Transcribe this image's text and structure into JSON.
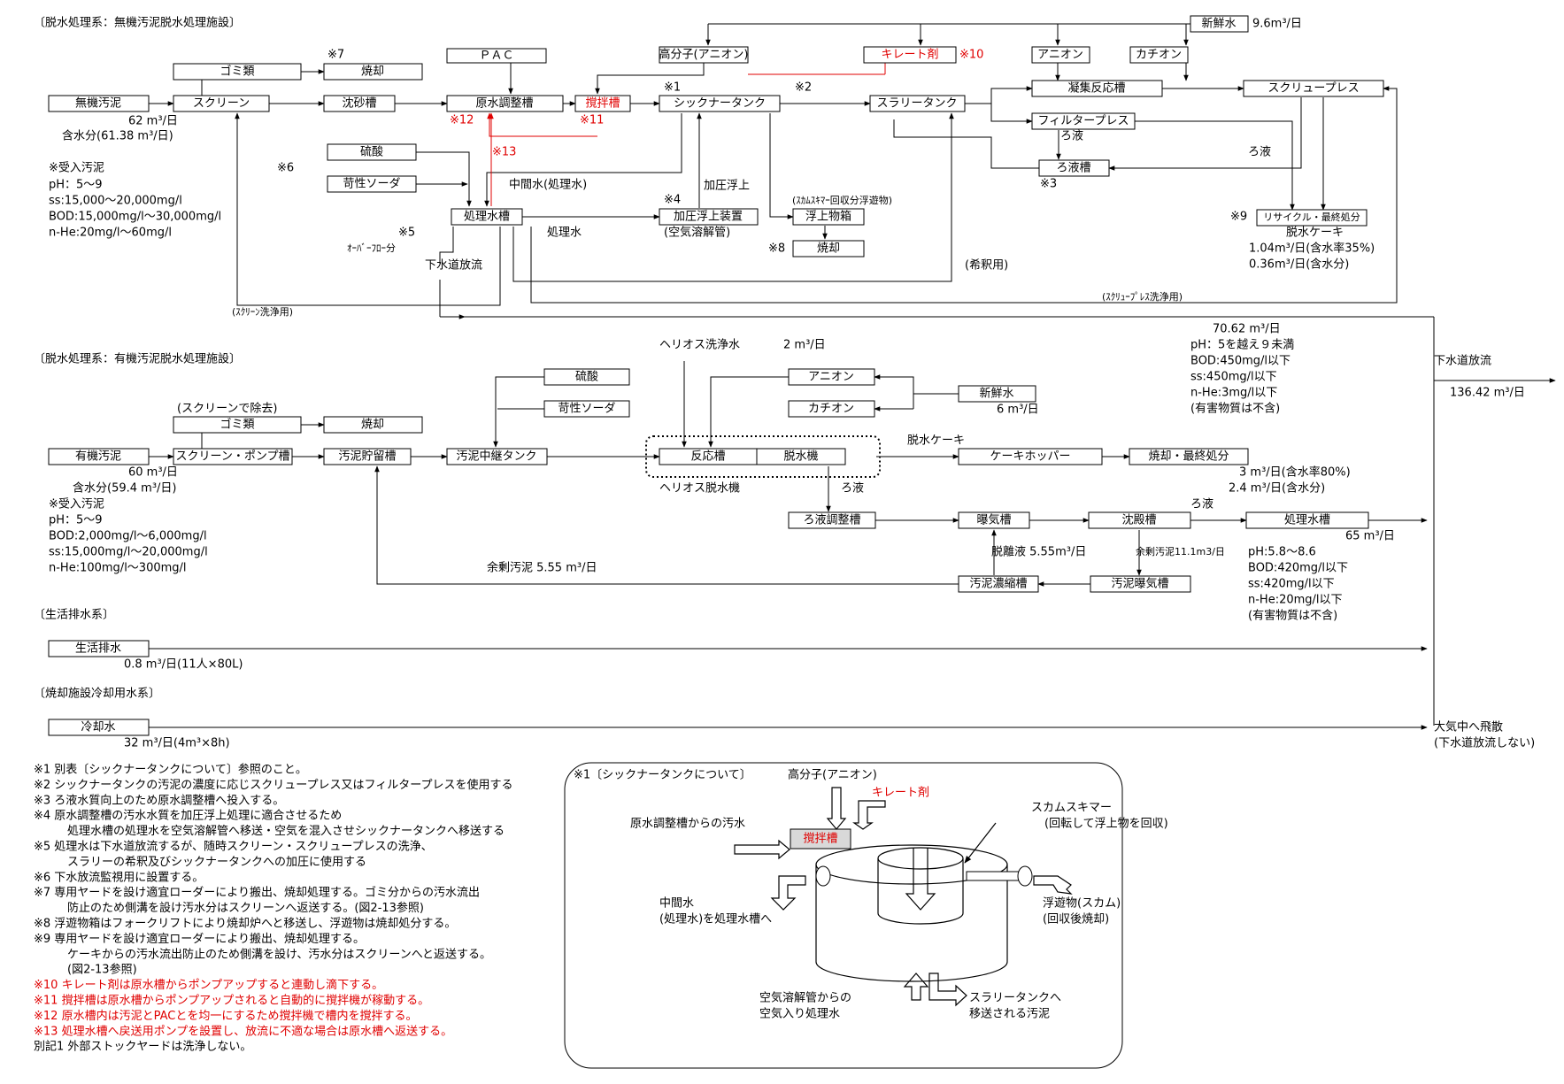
{
  "sections": {
    "inorganic": "〔脱水処理系：無機汚泥脱水処理施設〕",
    "organic": "〔脱水処理系：有機汚泥脱水処理施設〕",
    "domestic": "〔生活排水系〕",
    "cooling": "〔焼却施設冷却用水系〕"
  },
  "boxes": {
    "mukiodei": "無機汚泥",
    "gomi1": "ゴミ類",
    "shokyaku1": "焼却",
    "screen1": "スクリーン",
    "chinsa": "沈砂槽",
    "pac": "ＰＡＣ",
    "genchosei": "原水調整槽",
    "kakuhan": "撹拌槽",
    "koubunshi": "高分子(アニオン)",
    "kirate": "キレート剤",
    "shikkuna": "シックナータンク",
    "slurry": "スラリータンク",
    "shinsen1": "新鮮水",
    "anion1": "アニオン",
    "kachion1": "カチオン",
    "gyoshu": "凝集反応槽",
    "screwpress": "スクリュープレス",
    "filterpress": "フィルタープレス",
    "roeki1": "ろ液槽",
    "ryusan1": "硫酸",
    "kasei1": "苛性ソーダ",
    "shorisui": "処理水槽",
    "kaatsu": "加圧浮上装置",
    "fujobutsu": "浮上物箱",
    "shokyaku2": "焼却",
    "recycle": "リサイクル・最終処分",
    "yukiodei": "有機汚泥",
    "gomi2": "ゴミ類",
    "shokyaku3": "焼却",
    "screenpump": "スクリーン・ポンプ槽",
    "odeichoryu": "汚泥貯留槽",
    "odeichukei": "汚泥中継タンク",
    "ryusan2": "硫酸",
    "kasei2": "苛性ソーダ",
    "anion2": "アニオン",
    "kachion2": "カチオン",
    "shinsen2": "新鮮水",
    "hanno": "反応槽",
    "dassui": "脱水機",
    "cakehopper": "ケーキホッパー",
    "shokyakusaishu": "焼却・最終処分",
    "roekichosei": "ろ液調整槽",
    "bakki": "曝気槽",
    "chinden": "沈殿槽",
    "shorisui2": "処理水槽",
    "nosyuku": "汚泥濃縮槽",
    "odeibakki": "汚泥曝気槽",
    "seikatsu": "生活排水",
    "reikyaku": "冷却水"
  },
  "labels": {
    "shinsen1_flow": "9.6m³/日",
    "m7": "※7",
    "m10": "※10",
    "m1": "※1",
    "m2": "※2",
    "m12": "※12",
    "m11": "※11",
    "m13": "※13",
    "m6": "※6",
    "m4": "※4",
    "m5": "※5",
    "m8": "※8",
    "m3": "※3",
    "m9": "※9",
    "flow62": "62 m³/日",
    "water61": "含水分(61.38 m³/日)",
    "ukeire1": "※受入汚泥",
    "ph1": "pH：5～9",
    "ss1": "ss:15,000～20,000mg/l",
    "bod1": "BOD:15,000mg/l～30,000mg/l",
    "nhe1": "n-He:20mg/l～60mg/l",
    "chukansui": "中間水(処理水)",
    "kaatsujo": "加圧浮上",
    "shorisui_lbl": "処理水",
    "overflow": "ｵｰﾊﾞｰﾌﾛｰ分",
    "gesuido1": "下水道放流",
    "kuuki": "(空気溶解管)",
    "scum": "(ｽｶﾑｽｷﾏｰ回収分浮遊物)",
    "kishaku": "(希釈用)",
    "screen_wash": "(ｽｸﾘｰﾝ洗浄用)",
    "screwpress_wash": "(ｽｸﾘｭｰﾌﾟﾚｽ洗浄用)",
    "roeki_a": "ろ液",
    "roeki_b": "ろ液",
    "cake1": "脱水ケーキ",
    "cake1_a": "1.04m³/日(含水率35%)",
    "cake1_b": "0.36m³/日(含水分)",
    "out_flow": "70.62 m³/日",
    "out_ph": "pH：5を越え９未満",
    "out_bod": "BOD:450mg/l以下",
    "out_ss": "ss:450mg/l以下",
    "out_nhe": "n-He:3mg/l以下",
    "out_yugai": "(有害物質は不含)",
    "gesuido_main": "下水道放流",
    "total_flow": "136.42 m³/日",
    "herios_wash": "ヘリオス洗浄水",
    "herios_flow": "2 m³/日",
    "shinsen2_flow": "6 m³/日",
    "screen_jokyo": "(スクリーンで除去)",
    "flow60": "60 m³/日",
    "water59": "含水分(59.4 m³/日)",
    "ukeire2": "※受入汚泥",
    "ph2": "pH：5～9",
    "bod2": "BOD:2,000mg/l～6,000mg/l",
    "ss2": "ss:15,000mg/l～20,000mg/l",
    "nhe2": "n-He:100mg/l～300mg/l",
    "dassui_cake": "脱水ケーキ",
    "herios": "ヘリオス脱水機",
    "roeki_c": "ろ液",
    "cake2_a": "3 m³/日(含水率80%)",
    "cake2_b": "2.4 m³/日(含水分)",
    "roeki_d": "ろ液",
    "flow65": "65 m³/日",
    "p2_ph": "pH:5.8～8.6",
    "p2_bod": "BOD:420mg/l以下",
    "p2_ss": "ss:420mg/l以下",
    "p2_nhe": "n-He:20mg/l以下",
    "p2_yugai": "(有害物質は不含)",
    "dairi": "脱離液 5.55m³/日",
    "yojo": "余剰汚泥11.1m3/日",
    "yojo2": "余剰汚泥 5.55 m³/日",
    "seikatsu_flow": "0.8 m³/日(11人×80L)",
    "reikyaku_flow": "32 m³/日(4m³×8h)",
    "taiki": "大気中へ飛散",
    "taiki2": "(下水道放流しない)"
  },
  "notes": [
    {
      "text": "※1 別表〔シックナータンクについて〕参照のこと。",
      "red": false
    },
    {
      "text": "※2 シックナータンクの汚泥の濃度に応じスクリュープレス又はフィルタープレスを使用する",
      "red": false
    },
    {
      "text": "※3 ろ液水質向上のため原水調整槽へ投入する。",
      "red": false
    },
    {
      "text": "※4 原水調整槽の汚水水質を加圧浮上処理に適合させるため",
      "red": false
    },
    {
      "text": "処理水槽の処理水を空気溶解管へ移送・空気を混入させシックナータンクへ移送する",
      "red": false
    },
    {
      "text": "※5 処理水は下水道放流するが、随時スクリーン・スクリュープレスの洗浄、",
      "red": false
    },
    {
      "text": "スラリーの希釈及びシックナータンクへの加圧に使用する",
      "red": false
    },
    {
      "text": "※6 下水放流監視用に設置する。",
      "red": false
    },
    {
      "text": "※7 専用ヤードを設け適宜ローダーにより搬出、焼却処理する。ゴミ分からの汚水流出",
      "red": false
    },
    {
      "text": "防止のため側溝を設け汚水分はスクリーンへ返送する。(図2-13参照)",
      "red": false
    },
    {
      "text": "※8 浮遊物箱はフォークリフトにより焼却炉へと移送し、浮遊物は焼却処分する。",
      "red": false
    },
    {
      "text": "※9 専用ヤードを設け適宜ローダーにより搬出、焼却処理する。",
      "red": false
    },
    {
      "text": "ケーキからの汚水流出防止のため側溝を設け、汚水分はスクリーンへと返送する。",
      "red": false
    },
    {
      "text": "(図2-13参照)",
      "red": false
    },
    {
      "text": "※10 キレート剤は原水槽からポンプアップすると連動し滴下する。",
      "red": true
    },
    {
      "text": "※11 撹拌槽は原水槽からポンプアップされると自動的に撹拌機が稼動する。",
      "red": true
    },
    {
      "text": "※12 原水槽内は汚泥とPACとを均一にするため撹拌機で槽内を撹拌する。",
      "red": true
    },
    {
      "text": "※13 処理水槽へ戻送用ポンプを設置し、放流に不適な場合は原水槽へ返送する。",
      "red": true
    },
    {
      "text": "別記1 外部ストックヤードは洗浄しない。",
      "red": false
    }
  ],
  "inset": {
    "title": "※1〔シックナータンクについて〕",
    "koubunshi": "高分子(アニオン)",
    "kirate": "キレート剤",
    "genshui": "原水調整槽からの汚水",
    "kakuhan": "撹拌槽",
    "scum_skimmer": "スカムスキマー",
    "scum_desc": "(回転して浮上物を回収)",
    "chukansui1": "中間水",
    "chukansui2": "(処理水)を処理水槽へ",
    "fuyubutsu1": "浮遊物(スカム)",
    "fuyubutsu2": "(回収後焼却)",
    "air1": "空気溶解管からの",
    "air2": "空気入り処理水",
    "slurry1": "スラリータンクへ",
    "slurry2": "移送される汚泥"
  }
}
